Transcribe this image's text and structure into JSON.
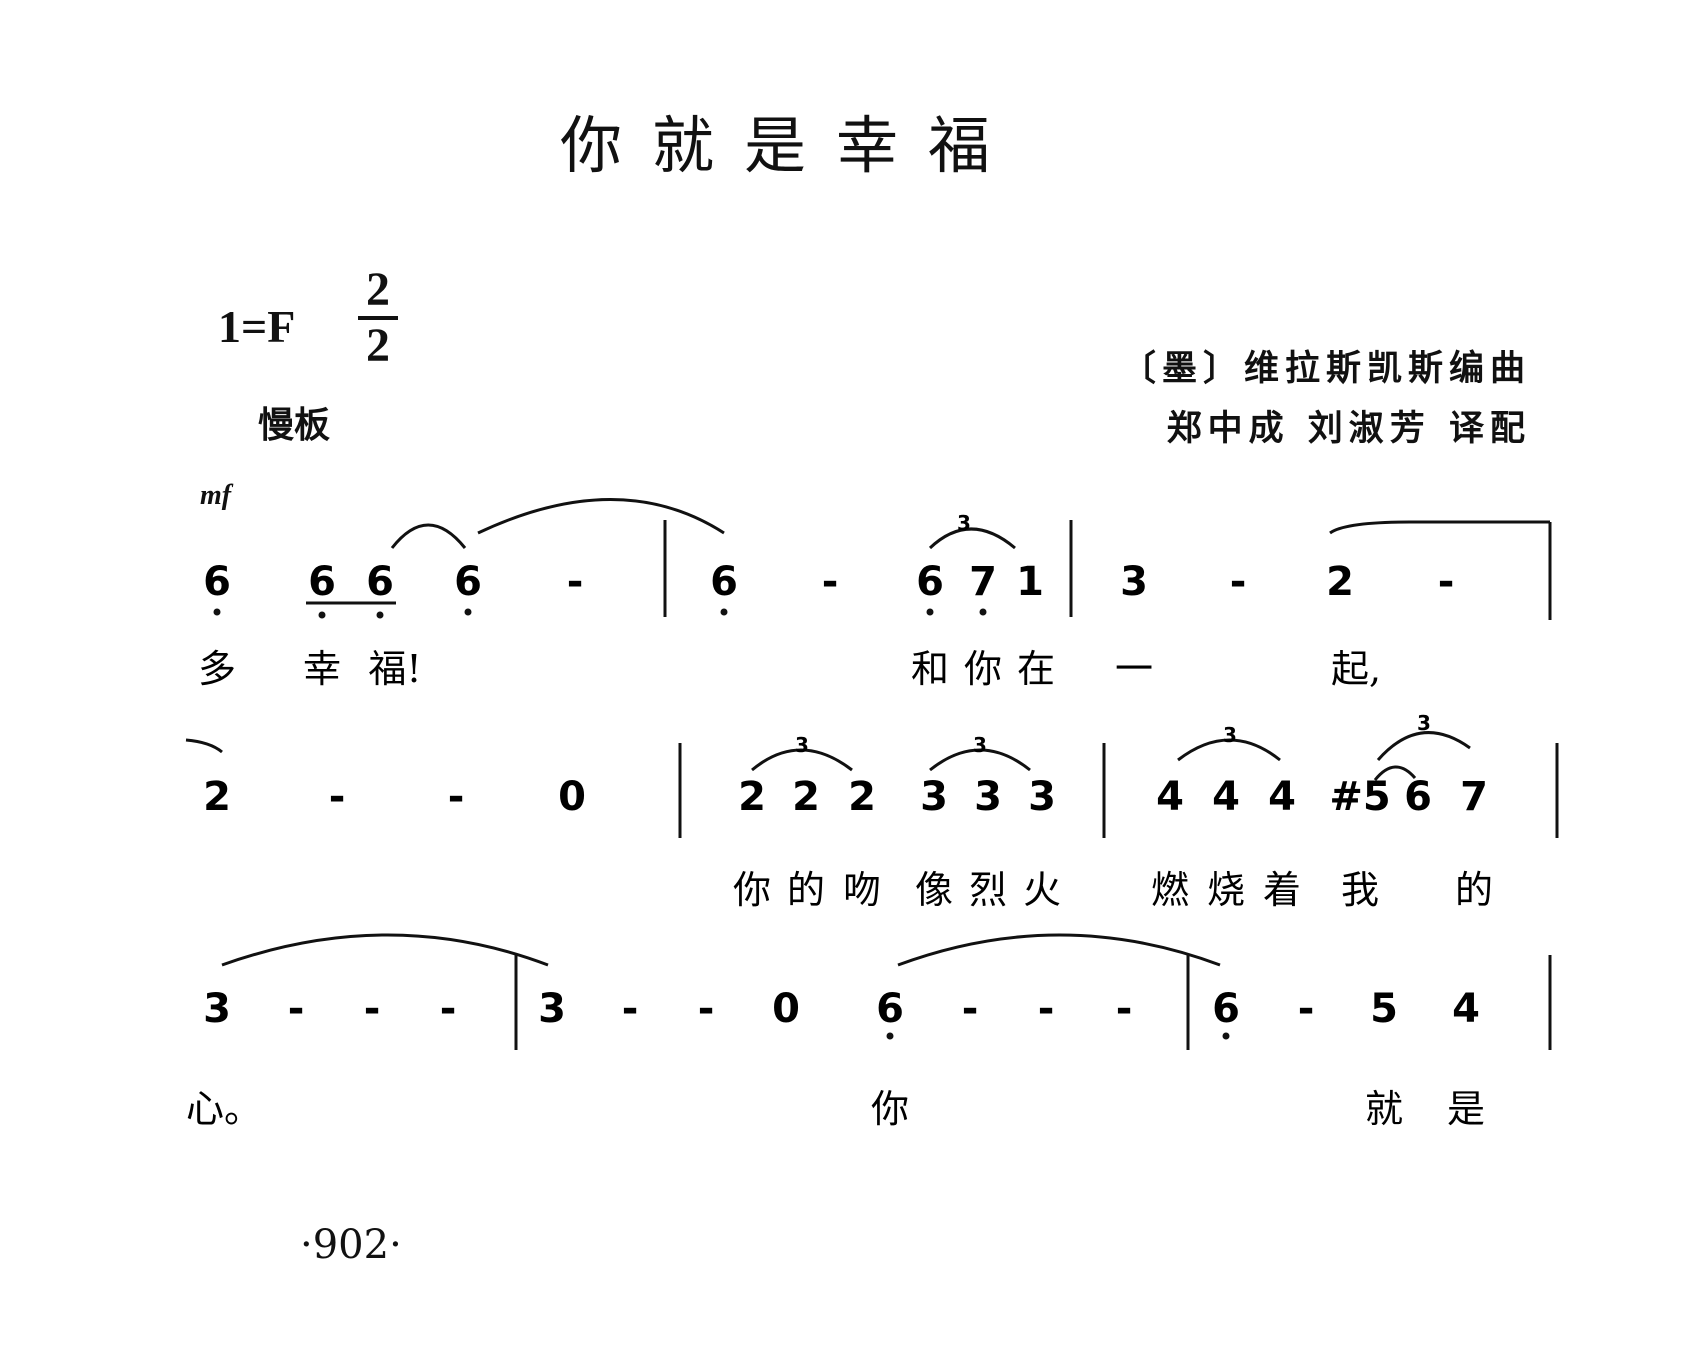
{
  "title": "你就是幸福",
  "key_signature": "1=F",
  "time_signature": {
    "numerator": "2",
    "denominator": "2"
  },
  "tempo": "慢板",
  "dynamic": "mf",
  "credits": {
    "composer": "〔墨〕维拉斯凯斯编曲",
    "translator": "郑中成 刘淑芳 译配"
  },
  "page_number": "·902·",
  "staves": [
    {
      "notes": [
        "6",
        "6",
        "6",
        "6",
        "-",
        "6",
        "-",
        "6",
        "7",
        "1",
        "3",
        "-",
        "2",
        "-"
      ],
      "triplet_marks": [
        "3"
      ],
      "lyrics": [
        "多",
        "幸",
        "福!",
        "和",
        "你",
        "在",
        "一",
        "起,"
      ]
    },
    {
      "notes": [
        "2",
        "-",
        "-",
        "0",
        "2",
        "2",
        "2",
        "3",
        "3",
        "3",
        "4",
        "4",
        "4",
        "#5",
        "6",
        "7"
      ],
      "triplet_marks": [
        "3",
        "3",
        "3",
        "3"
      ],
      "lyrics": [
        "你",
        "的",
        "吻",
        "像",
        "烈",
        "火",
        "燃",
        "烧",
        "着",
        "我",
        "的"
      ]
    },
    {
      "notes": [
        "3",
        "-",
        "-",
        "-",
        "3",
        "-",
        "-",
        "0",
        "6",
        "-",
        "-",
        "-",
        "6",
        "-",
        "5",
        "4"
      ],
      "triplet_marks": [],
      "lyrics": [
        "心。",
        "你",
        "就",
        "是"
      ]
    }
  ]
}
